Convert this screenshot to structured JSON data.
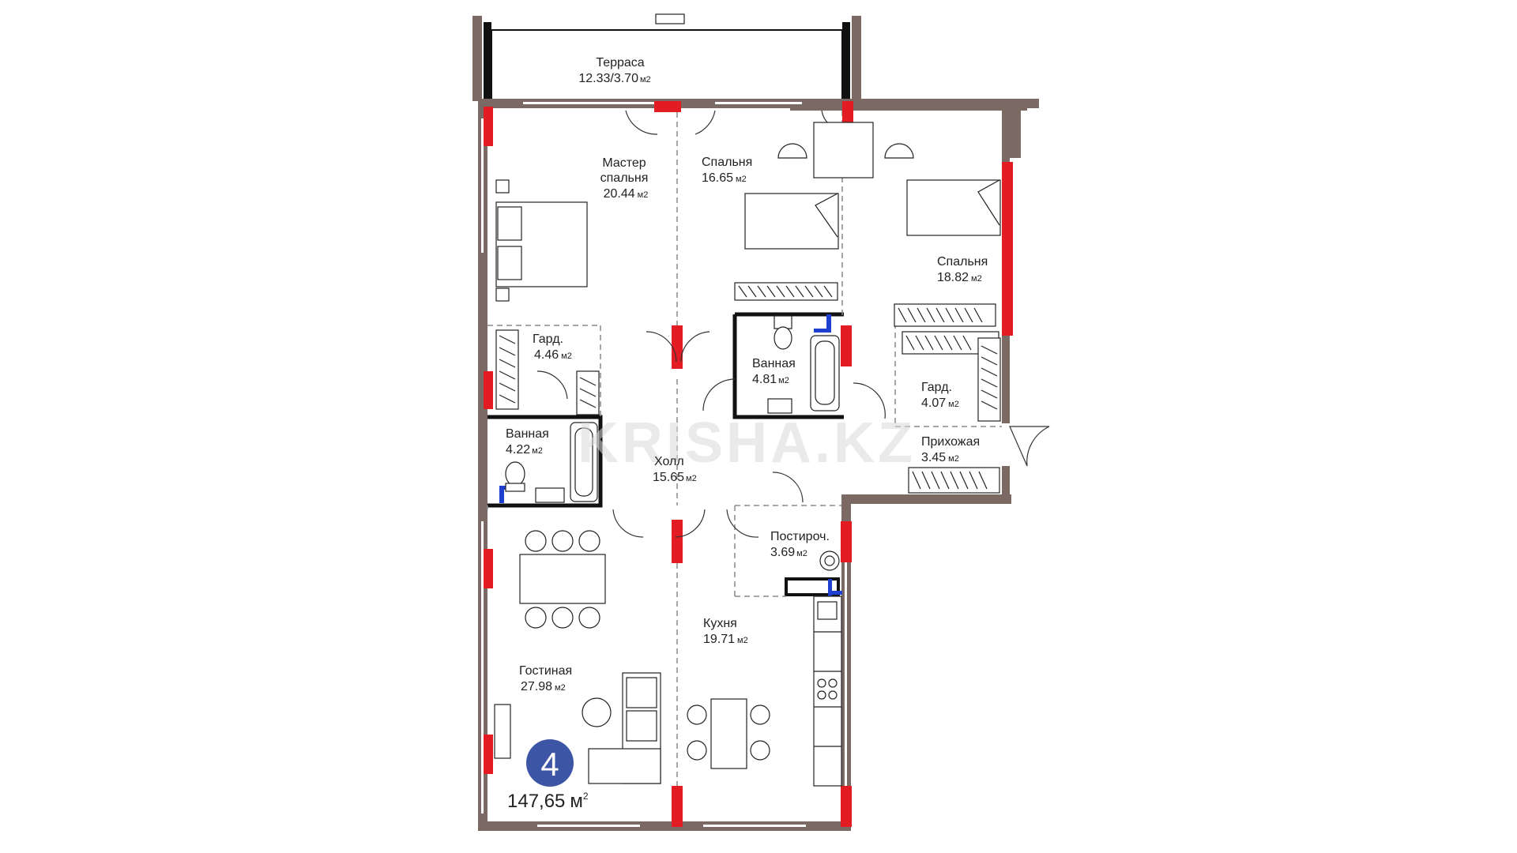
{
  "rooms": [
    {
      "key": "terrace",
      "name": "Терраса",
      "area": "12.33/3.70",
      "unit": "м2"
    },
    {
      "key": "master",
      "name": "Мастер спальня",
      "area": "20.44",
      "unit": "м2"
    },
    {
      "key": "bedroom2",
      "name": "Спальня",
      "area": "16.65",
      "unit": "м2"
    },
    {
      "key": "bedroom3",
      "name": "Спальня",
      "area": "18.82",
      "unit": "м2"
    },
    {
      "key": "wardrobe1",
      "name": "Гард.",
      "area": "4.46",
      "unit": "м2"
    },
    {
      "key": "bath1",
      "name": "Ванная",
      "area": "4.81",
      "unit": "м2"
    },
    {
      "key": "wardrobe2",
      "name": "Гард.",
      "area": "4.07",
      "unit": "м2"
    },
    {
      "key": "bath2",
      "name": "Ванная",
      "area": "4.22",
      "unit": "м2"
    },
    {
      "key": "hall",
      "name": "Холл",
      "area": "15.65",
      "unit": "м2"
    },
    {
      "key": "entry",
      "name": "Прихожая",
      "area": "3.45",
      "unit": "м2"
    },
    {
      "key": "laundry",
      "name": "Постироч.",
      "area": "3.69",
      "unit": "м2"
    },
    {
      "key": "kitchen",
      "name": "Кухня",
      "area": "19.71",
      "unit": "м2"
    },
    {
      "key": "living",
      "name": "Гостиная",
      "area": "27.98",
      "unit": "м2"
    }
  ],
  "apartment": {
    "rooms_count": "4",
    "total_area": "147,65",
    "total_unit": "м",
    "total_unit_sup": "2"
  },
  "watermark": "KRISHA.KZ",
  "colors": {
    "wall": "#7a6a63",
    "window_marker": "#e31b23",
    "water_marker": "#1e3fd0",
    "badge": "#3d55a5"
  }
}
